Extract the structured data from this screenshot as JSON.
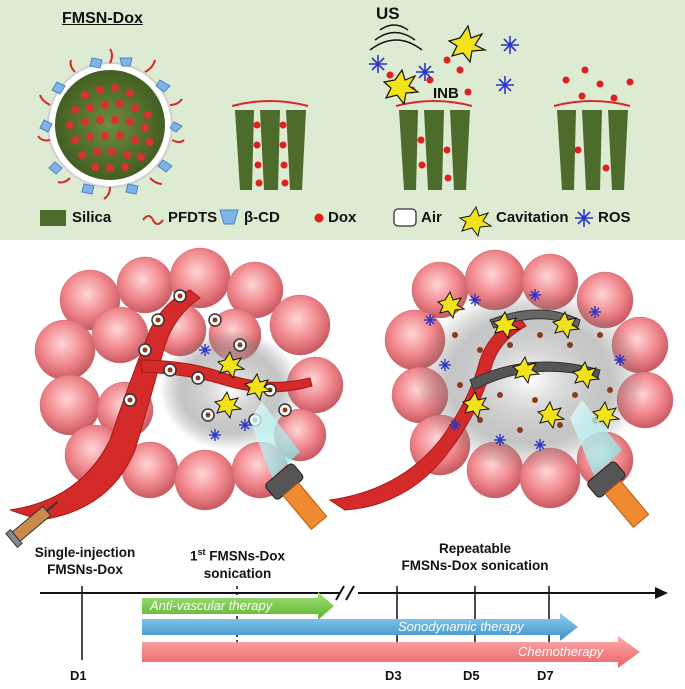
{
  "top_panel": {
    "title": "FMSN-Dox",
    "us_label": "US",
    "inb_label": "INB",
    "legend": {
      "silica": "Silica",
      "pfdts": "PFDTS",
      "bcd": "β-CD",
      "dox": "Dox",
      "air": "Air",
      "cavitation": "Cavitation",
      "ros": "ROS"
    }
  },
  "timeline": {
    "event1": {
      "line1": "Single-injection",
      "line2": "FMSNs-Dox"
    },
    "event2": {
      "sup": "st",
      "num": "1",
      "rest": " FMSNs-Dox",
      "line2": "sonication"
    },
    "event3": {
      "line1": "Repeatable",
      "line2": "FMSNs-Dox sonication"
    },
    "arrows": {
      "antivascular": "Anti-vascular therapy",
      "sonodynamic": "Sonodynamic therapy",
      "chemo": "Chemotherapy"
    },
    "days": {
      "d1": "D1",
      "d3": "D3",
      "d5": "D5",
      "d7": "D7"
    }
  },
  "colors": {
    "panel_bg": "#dcebd2",
    "silica": "#4d6b2a",
    "dox": "#e02020",
    "tumor": "#f08a8e",
    "vessel": "#d42a2a",
    "cavitation": "#f2e21a",
    "ros": "#2a35c8",
    "green_arrow": "#7ccf4a",
    "blue_arrow": "#4aa6d8",
    "red_arrow": "#f07777"
  }
}
